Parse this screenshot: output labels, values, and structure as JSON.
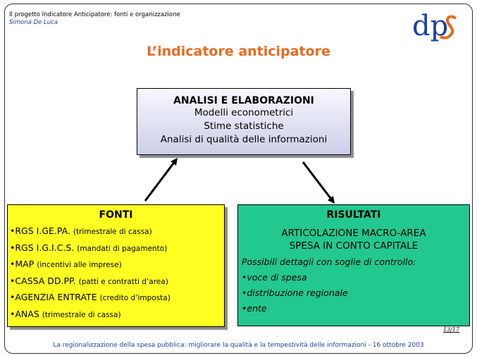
{
  "header": {
    "title": "Il progetto Indicatore Anticipatore: fonti e organizzazione",
    "author": "Simona De Luca",
    "logo_text": "dps"
  },
  "main_title": "L’indicatore anticipatore",
  "analisi": {
    "title": "ANALISI E ELABORAZIONI",
    "lines": [
      "Modelli econometrici",
      "Stime statistiche",
      "Analisi di qualità delle informazioni"
    ]
  },
  "fonti": {
    "title": "FONTI",
    "bullet": "•",
    "items": [
      {
        "name": "RGS I.GE.PA.",
        "detail": "(trimestrale di cassa)"
      },
      {
        "name": "RGS I.G.I.C.S.",
        "detail": "(mandati di pagamento)"
      },
      {
        "name": "MAP",
        "detail": "(incentivi alle imprese)"
      },
      {
        "name": "CASSA DD.PP.",
        "detail": "(patti e contratti d’area)"
      },
      {
        "name": "AGENZIA ENTRATE",
        "detail": "(credito d’imposta)"
      },
      {
        "name": "ANAS",
        "detail": "(trimestrale di cassa)"
      }
    ]
  },
  "risultati": {
    "title": "RISULTATI",
    "caption": [
      "ARTICOLAZIONE MACRO-AREA",
      "SPESA IN CONTO CAPITALE"
    ],
    "possibili": "Possibili dettagli con soglie di controllo:",
    "items": [
      "voce di spesa",
      "distribuzione regionale",
      "ente"
    ]
  },
  "page_number": "13/17",
  "footer": "La regionalizzazione della spesa pubblica: migliorare la qualità e la tempestività delle informazioni - 16 ottobre 2003",
  "colors": {
    "title": "#e66a1e",
    "fonti_bg": "#ffff22",
    "risultati_bg": "#22c88f",
    "logo": "#1a3fa8",
    "logo_accent": "#e66a1e"
  }
}
